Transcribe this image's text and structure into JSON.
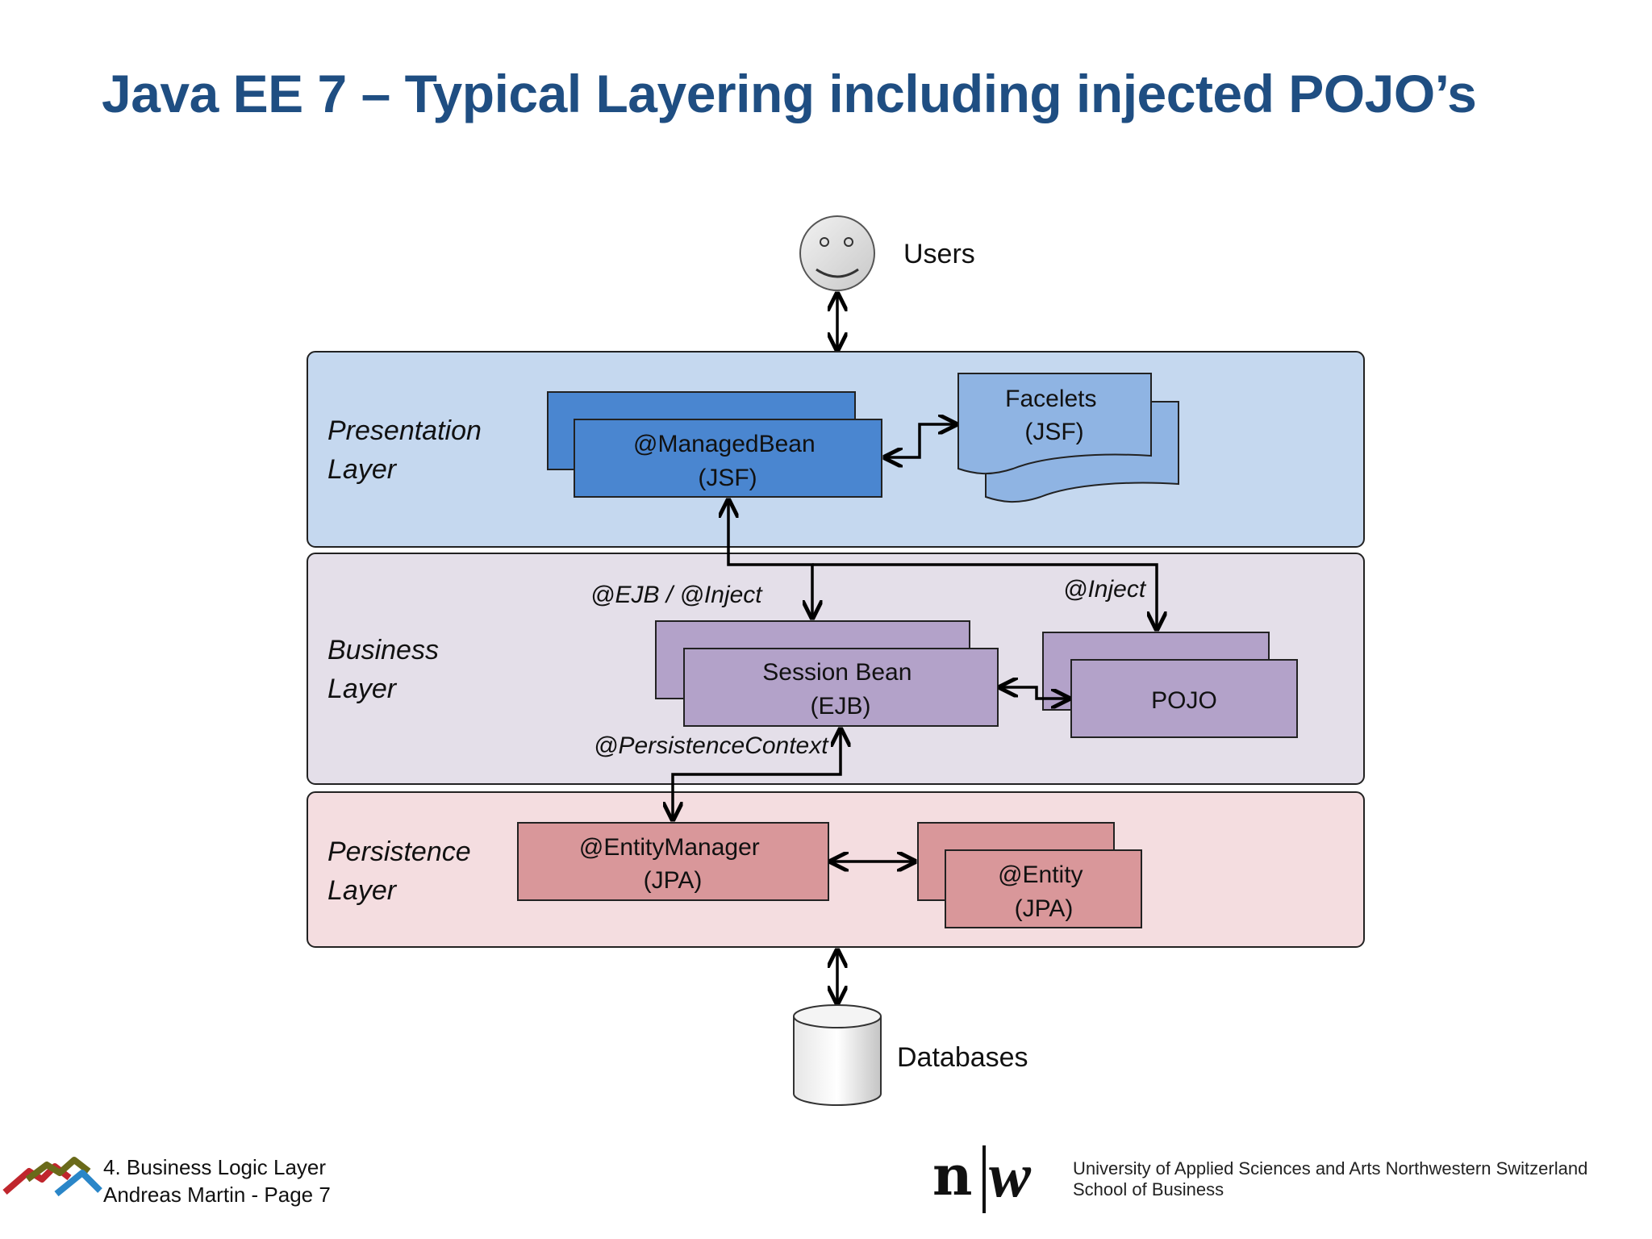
{
  "title": "Java EE 7 – Typical Layering including injected POJO’s",
  "users_label": "Users",
  "databases_label": "Databases",
  "layers": {
    "presentation": [
      "Presentation",
      "Layer"
    ],
    "business": [
      "Business",
      "Layer"
    ],
    "persistence": [
      "Persistence",
      "Layer"
    ]
  },
  "components": {
    "managed_bean": [
      "@ManagedBean",
      "(JSF)"
    ],
    "facelets": [
      "Facelets",
      "(JSF)"
    ],
    "session_bean": [
      "Session Bean",
      "(EJB)"
    ],
    "pojo": [
      "POJO"
    ],
    "entity_manager": [
      "@EntityManager",
      "(JPA)"
    ],
    "entity": [
      "@Entity",
      "(JPA)"
    ]
  },
  "annotations": {
    "ejb_inject": "@EJB / @Inject",
    "inject": "@Inject",
    "persistence_context": "@PersistenceContext"
  },
  "footer": {
    "line1": "4. Business Logic Layer",
    "line2": "Andreas Martin - Page 7",
    "university": "University of Applied Sciences and Arts Northwestern Switzerland",
    "school": "School of Business",
    "logo_n": "n",
    "logo_w": "w"
  },
  "colors": {
    "title": "#1f4e82",
    "presentation_bg": "#c5d8ef",
    "business_bg": "#e4dfe9",
    "persistence_bg": "#f4dde0",
    "managed_bean": "#4a86d0",
    "facelets": "#8fb4e3",
    "session_bean": "#b3a2c9",
    "entity": "#d9979a"
  }
}
